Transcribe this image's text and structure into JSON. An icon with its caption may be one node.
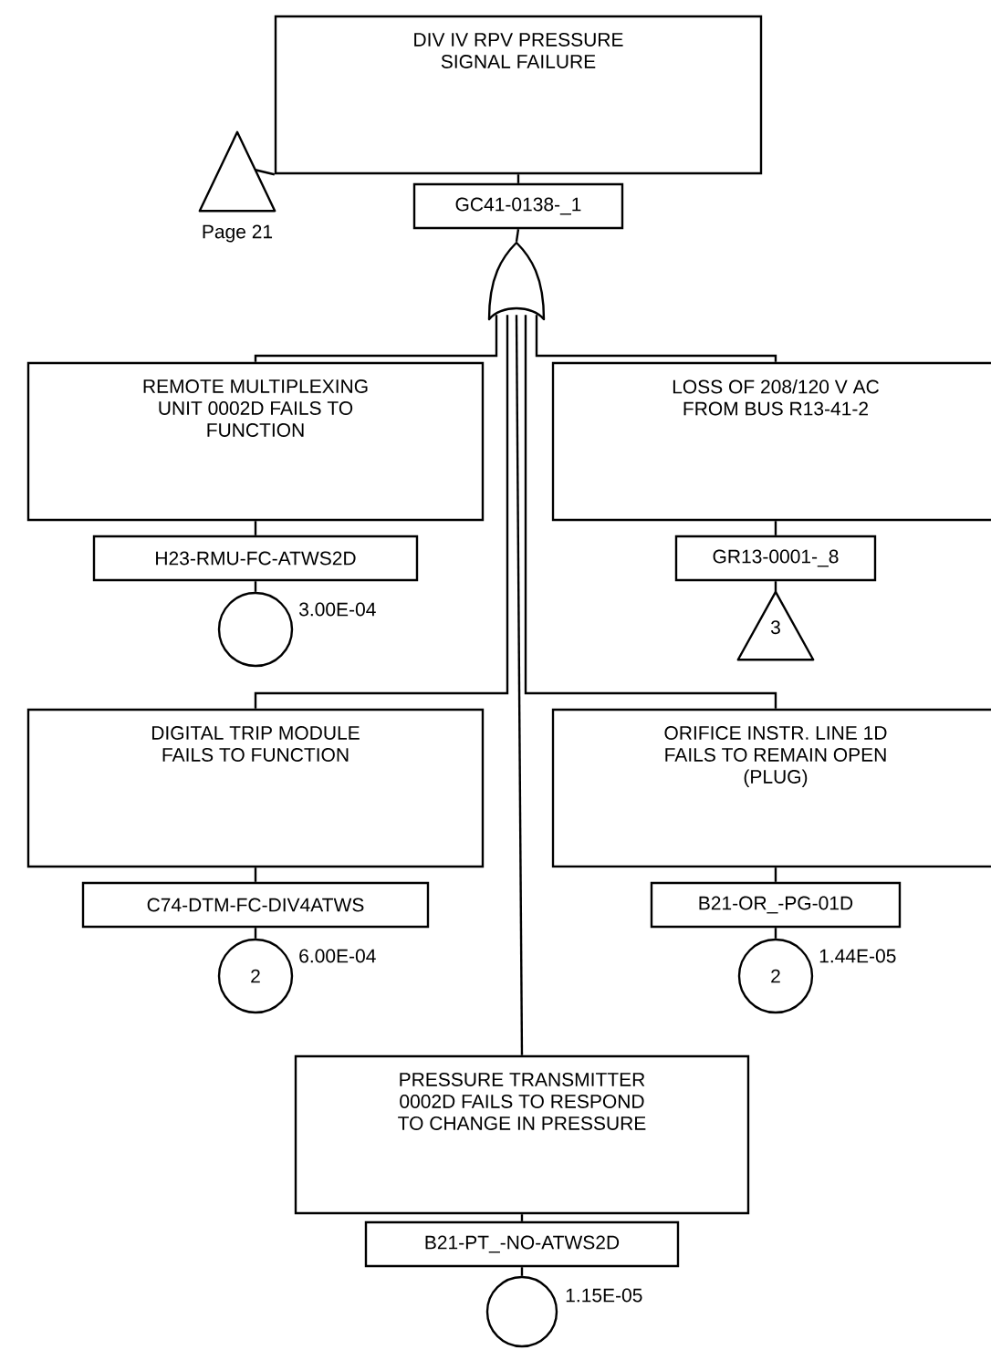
{
  "diagram": {
    "nodes": [
      {
        "text": [
          "DIV IV RPV PRESSURE SIGNAL FAILURE"
        ]
      },
      {
        "text": [
          "GC41-0138-_1"
        ]
      },
      {
        "text": [],
        "shape": "triangle",
        "beside": [
          "Page 21"
        ]
      },
      {
        "text": [],
        "shape": "gate"
      },
      {
        "text": [
          "REMOTE MULTIPLEXING UNIT 0002D FAILS TO FUNCTION"
        ]
      },
      {
        "text": [
          "H23-RMU-FC-ATWS2D"
        ]
      },
      {
        "text": [],
        "shape": "circle",
        "beside": [
          "3.00E-04"
        ]
      },
      {
        "text": [
          "LOSS OF 208/120 V AC FROM BUS R13-41-2"
        ]
      },
      {
        "text": [
          "GR13-0001-_8"
        ]
      },
      {
        "text": [
          "3"
        ]
      },
      {
        "text": [
          "DIGITAL TRIP MODULE FAILS TO FUNCTION"
        ]
      },
      {
        "text": [
          "C74-DTM-FC-DIV4ATWS"
        ]
      },
      {
        "text": [
          "2"
        ],
        "beside": [
          "6.00E-04"
        ]
      },
      {
        "text": [
          "ORIFICE INSTR. LINE 1D FAILS TO REMAIN OPEN (PLUG)"
        ]
      },
      {
        "text": [
          "B21-OR_-PG-01D"
        ]
      },
      {
        "text": [
          "2"
        ],
        "beside": [
          "1.44E-05"
        ]
      },
      {
        "text": [
          "PRESSURE TRANSMITTER 0002D FAILS TO RESPOND TO CHANGE IN PRESSURE"
        ]
      },
      {
        "text": [
          "B21-PT_-NO-ATWS2D"
        ]
      },
      {
        "text": [],
        "shape": "circle",
        "beside": [
          "1.15E-05"
        ]
      }
    ],
    "edges": [
      {
        "from": 0,
        "to": 1,
        "arrow": "none"
      },
      {
        "from": 0,
        "to": 2,
        "arrow": "none"
      },
      {
        "from": 1,
        "to": 3,
        "arrow": "none"
      },
      {
        "from": 3,
        "to": 4,
        "arrow": "none"
      },
      {
        "from": 3,
        "to": 7,
        "arrow": "none"
      },
      {
        "from": 3,
        "to": 10,
        "arrow": "none"
      },
      {
        "from": 3,
        "to": 13,
        "arrow": "none"
      },
      {
        "from": 3,
        "to": 16,
        "arrow": "none"
      },
      {
        "from": 4,
        "to": 5,
        "arrow": "none"
      },
      {
        "from": 5,
        "to": 6,
        "arrow": "none"
      },
      {
        "from": 7,
        "to": 8,
        "arrow": "none"
      },
      {
        "from": 8,
        "to": 9,
        "arrow": "none"
      },
      {
        "from": 10,
        "to": 11,
        "arrow": "none"
      },
      {
        "from": 11,
        "to": 12,
        "arrow": "none"
      },
      {
        "from": 13,
        "to": 14,
        "arrow": "none"
      },
      {
        "from": 14,
        "to": 15,
        "arrow": "none"
      },
      {
        "from": 16,
        "to": 17,
        "arrow": "none"
      },
      {
        "from": 17,
        "to": 18,
        "arrow": "none"
      }
    ]
  }
}
